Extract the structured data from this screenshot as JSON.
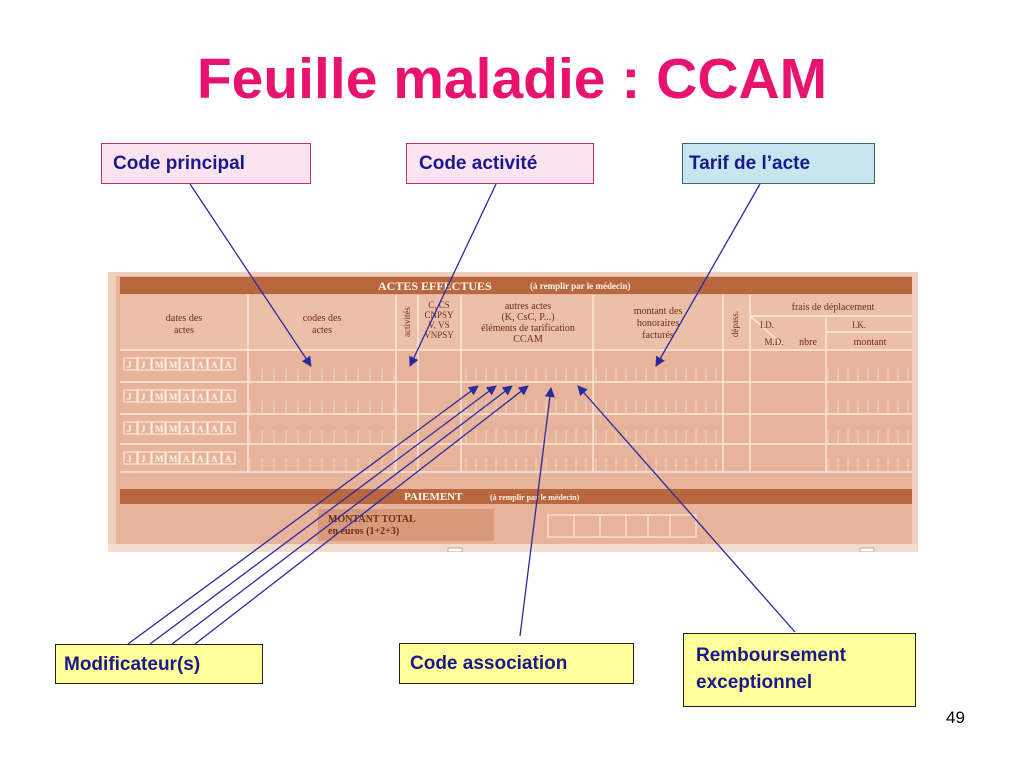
{
  "slide": {
    "title": "Feuille maladie : CCAM",
    "page_number": "49"
  },
  "labels": {
    "code_principal": "Code principal",
    "code_activite": "Code activité",
    "tarif_acte": "Tarif de l’acte",
    "modificateurs": "Modificateur(s)",
    "code_association": "Code association",
    "remboursement_line1": "Remboursement",
    "remboursement_line2": "exceptionnel"
  },
  "form": {
    "header_title": "ACTES EFFECTUES",
    "header_note": "(à remplir par le médecin)",
    "columns": {
      "dates_l1": "dates des",
      "dates_l2": "actes",
      "codes_l1": "codes des",
      "codes_l2": "actes",
      "activites": "activités",
      "c_l1": "C, CS",
      "c_l2": "CNPSY",
      "c_l3": "V, VS",
      "c_l4": "VNPSY",
      "autres_l1": "autres actes",
      "autres_l2": "(K, CsC, P...)",
      "autres_l3": "éléments de tarification",
      "autres_l4": "CCAM",
      "montant_l1": "montant des",
      "montant_l2": "honoraires",
      "montant_l3": "facturés",
      "depass": "dépass.",
      "frais": "frais de déplacement",
      "id": "I.D.",
      "ik": "I.K.",
      "md": "M.D.",
      "nbre": "nbre",
      "montant": "montant"
    },
    "date_cells": [
      "J",
      "J",
      "M",
      "M",
      "A",
      "A",
      "A",
      "A"
    ],
    "paiement_title": "PAIEMENT",
    "paiement_note": "(à remplir par le médecin)",
    "montant_total_l1": "MONTANT TOTAL",
    "montant_total_l2": "en euros (1+2+3)"
  },
  "colors": {
    "title": "#e8136f",
    "label_text": "#1a1a8c",
    "arrow": "#2a2aa0",
    "form_bg": "#e8b39a",
    "form_band": "#b9673f"
  }
}
